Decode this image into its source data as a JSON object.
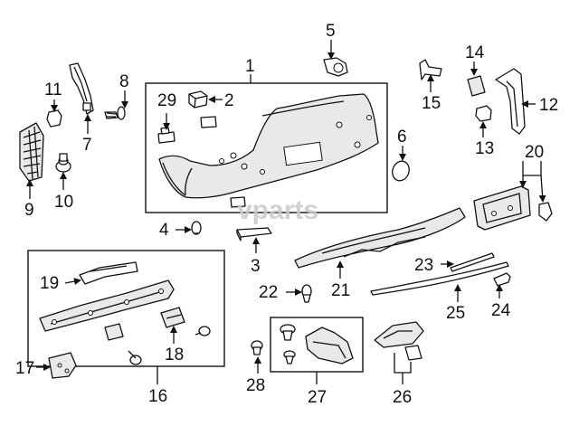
{
  "watermark": "vparts",
  "labels": {
    "p1": "1",
    "p2": "2",
    "p3": "3",
    "p4": "4",
    "p5": "5",
    "p6": "6",
    "p7": "7",
    "p8": "8",
    "p9": "9",
    "p10": "10",
    "p11": "11",
    "p12": "12",
    "p13": "13",
    "p14": "14",
    "p15": "15",
    "p16": "16",
    "p17": "17",
    "p18": "18",
    "p19": "19",
    "p20": "20",
    "p21": "21",
    "p22": "22",
    "p23": "23",
    "p24": "24",
    "p25": "25",
    "p26": "26",
    "p27": "27",
    "p28": "28",
    "p29": "29"
  }
}
